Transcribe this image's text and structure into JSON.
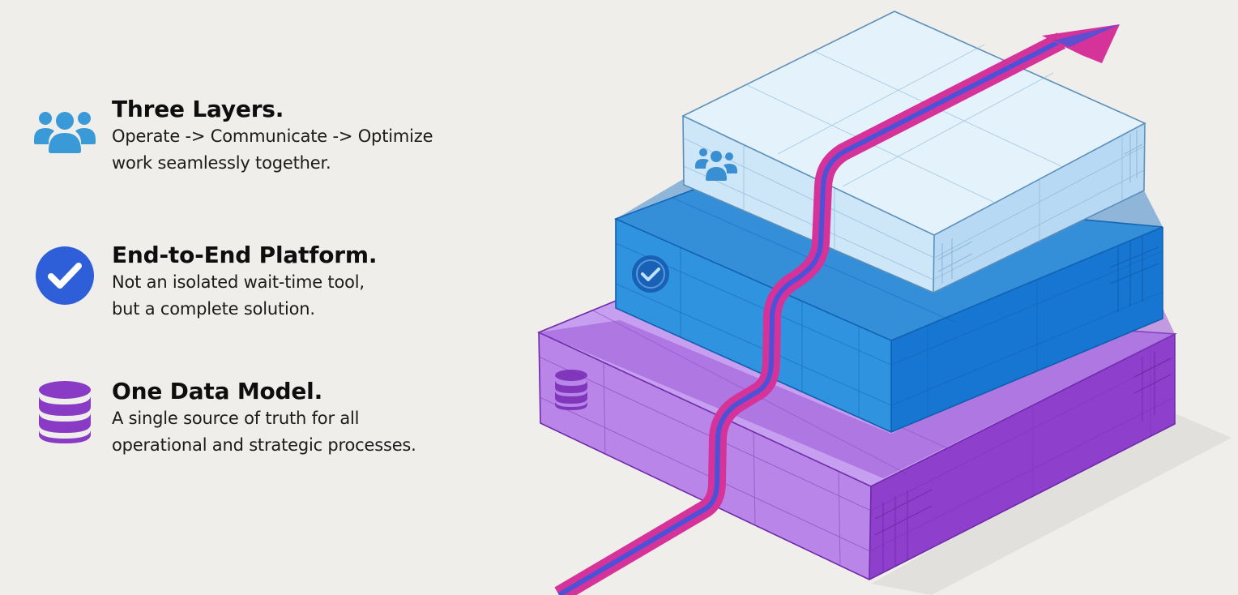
{
  "features": [
    {
      "title": "Three Layers.",
      "desc_lines": [
        "Operate -> Communicate -> Optimize",
        "work seamlessly together."
      ],
      "icon": "users-group-icon",
      "color": "#3a9ad8"
    },
    {
      "title": "End-to-End Platform.",
      "desc_lines": [
        "Not an isolated wait-time tool,",
        "but a complete solution."
      ],
      "icon": "check-circle-icon",
      "color": "#2e5ed8"
    },
    {
      "title": "One Data Model.",
      "desc_lines": [
        "A single source of truth for all",
        "operational and strategic processes."
      ],
      "icon": "database-icon",
      "color": "#8a3bc6"
    }
  ],
  "diagram": {
    "layers": [
      {
        "name": "top-layer",
        "icon": "users-group-icon",
        "color": "#d6ecfa"
      },
      {
        "name": "middle-layer",
        "icon": "check-circle-icon",
        "color": "#2e8fdc"
      },
      {
        "name": "bottom-layer",
        "icon": "database-icon",
        "color": "#a66be0"
      }
    ],
    "arrow_colors": {
      "outer": "#d6339a",
      "inner": "#4b52d8"
    }
  }
}
